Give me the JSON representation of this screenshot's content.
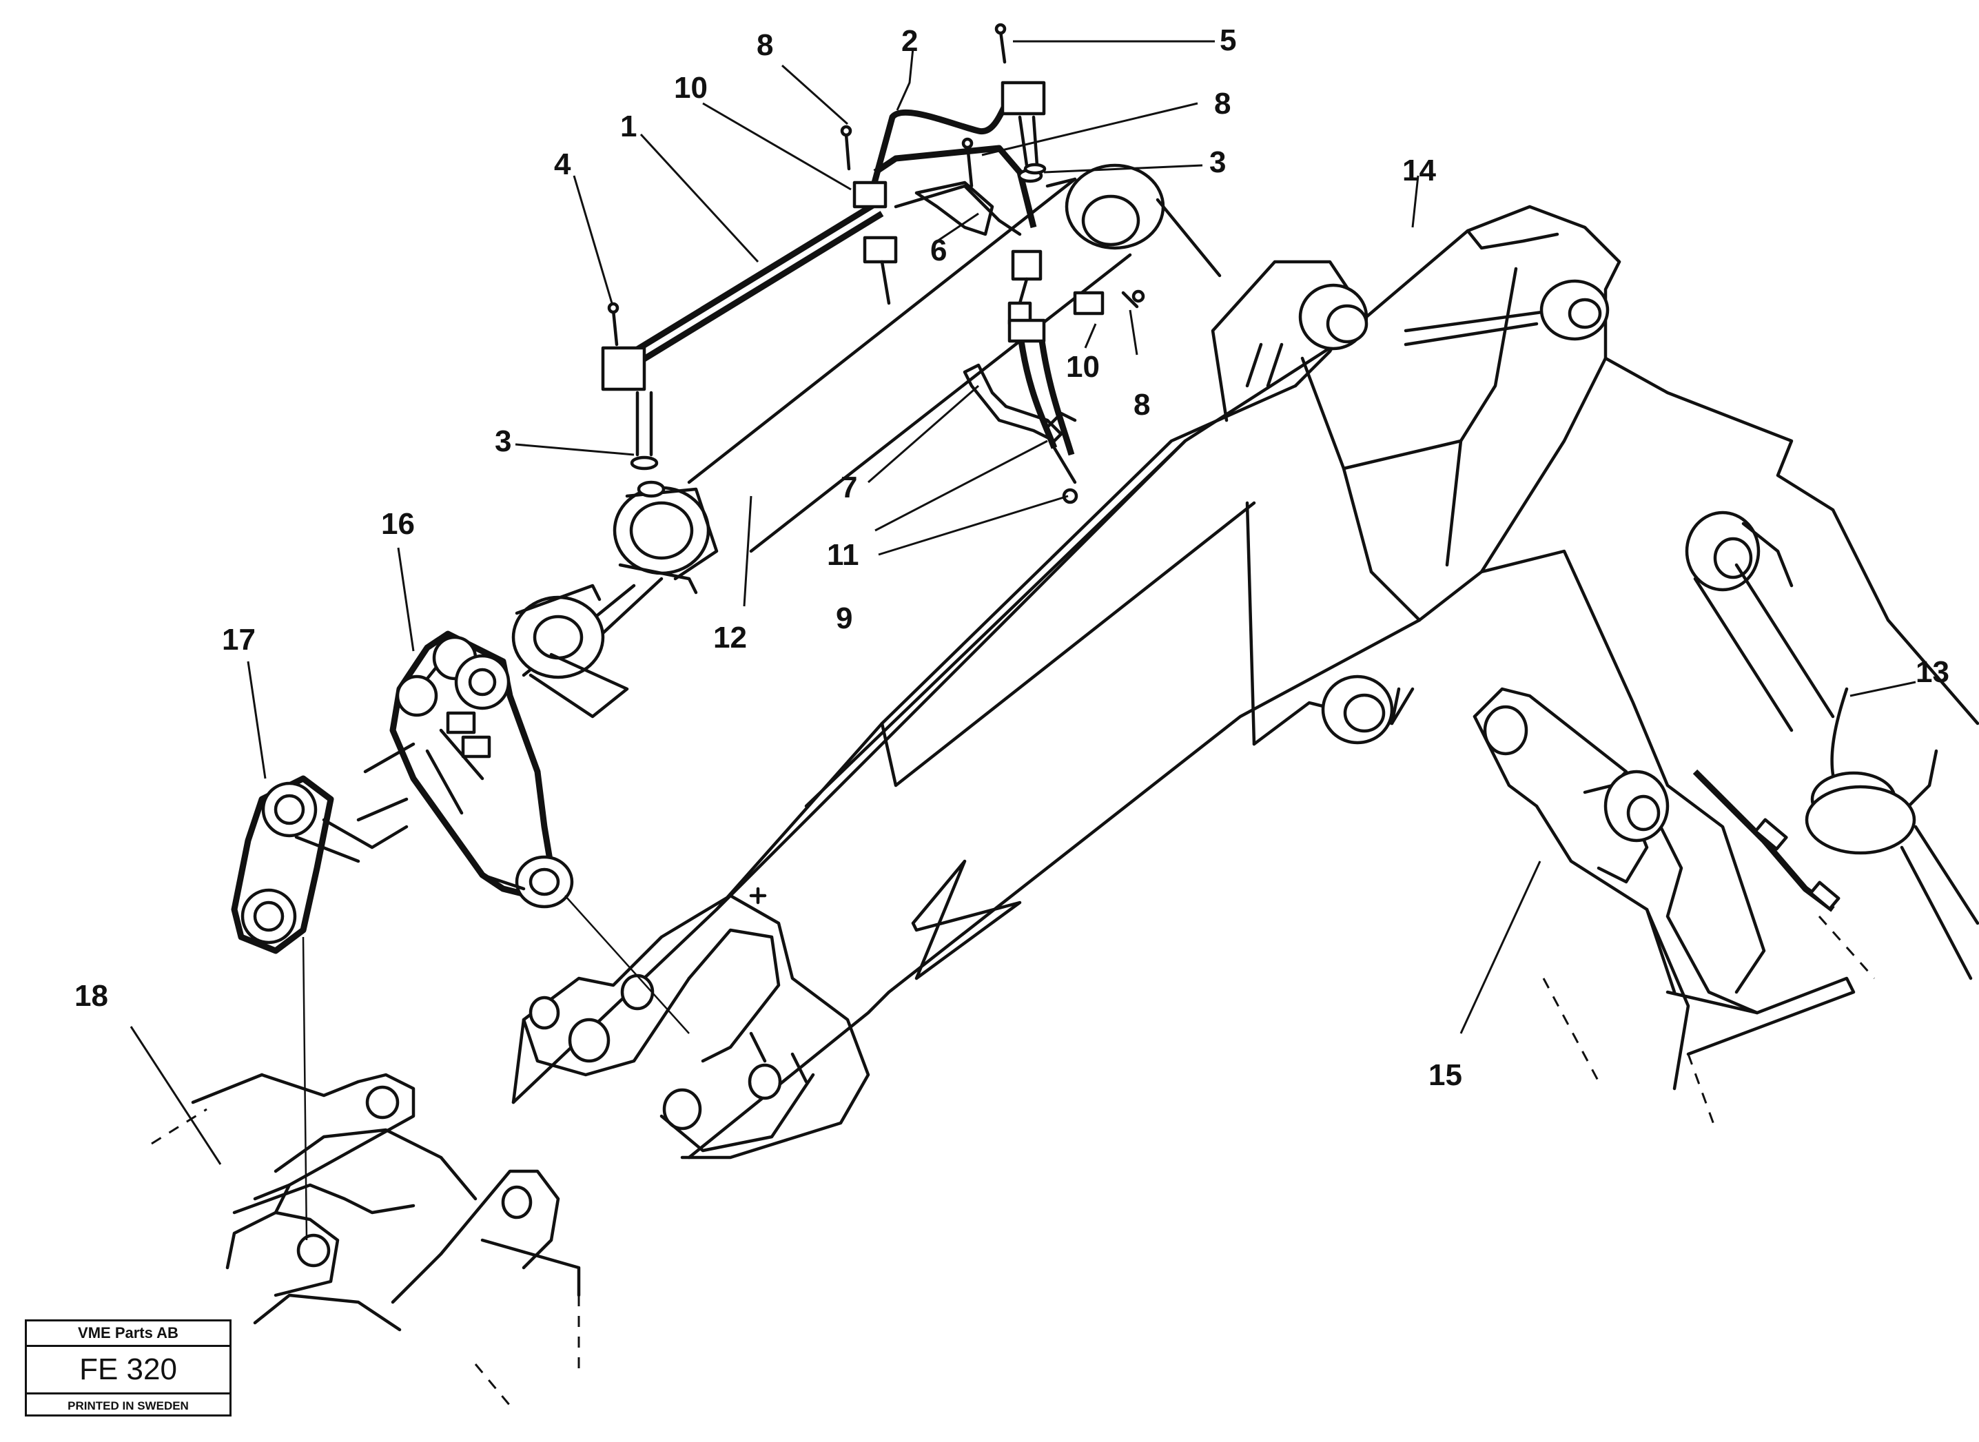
{
  "callouts": {
    "c1": "1",
    "c2": "2",
    "c3a": "3",
    "c3b": "3",
    "c4": "4",
    "c5": "5",
    "c6": "6",
    "c7": "7",
    "c8a": "8",
    "c8b": "8",
    "c8c": "8",
    "c9": "9",
    "c10a": "10",
    "c10b": "10",
    "c11": "11",
    "c12": "12",
    "c13": "13",
    "c14": "14",
    "c15": "15",
    "c16": "16",
    "c17": "17",
    "c18": "18"
  },
  "title_block": {
    "company": "VME Parts AB",
    "code": "FE 320",
    "printed": "PRINTED IN SWEDEN"
  }
}
